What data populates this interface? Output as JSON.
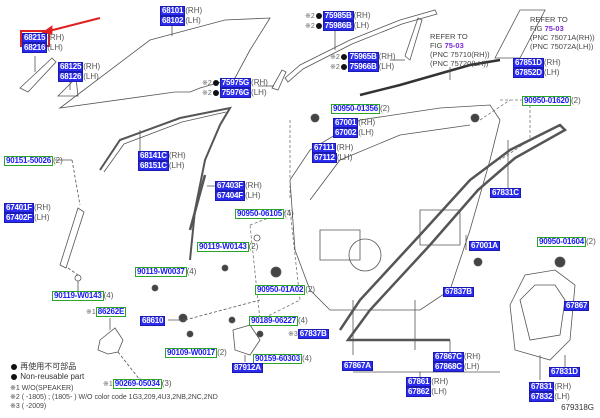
{
  "diagram": {
    "figure_code": "679318G",
    "rh": "(RH)",
    "lh": "(LH)",
    "labels": [
      {
        "id": "68215",
        "parts": [
          "68215",
          "68216"
        ],
        "sfx": [
          "(RH)",
          "(LH)"
        ],
        "style": "blue",
        "highlighted": true
      },
      {
        "id": "68125",
        "parts": [
          "68125",
          "68126"
        ],
        "sfx": [
          "(RH)",
          "(LH)"
        ],
        "style": "blue"
      },
      {
        "id": "68101",
        "parts": [
          "68101",
          "68102"
        ],
        "sfx": [
          "(RH)",
          "(LH)"
        ],
        "style": "blue"
      },
      {
        "id": "75975",
        "parts": [
          "75975G",
          "75976G"
        ],
        "sfx": [
          "(RH)",
          "(LH)"
        ],
        "style": "blue",
        "mark": "※2",
        "nonreusable": true
      },
      {
        "id": "75985",
        "parts": [
          "75985B",
          "75986B"
        ],
        "sfx": [
          "(RH)",
          "(LH)"
        ],
        "style": "blue",
        "mark": "※2",
        "nonreusable": true
      },
      {
        "id": "75965",
        "parts": [
          "75965B",
          "75966B"
        ],
        "sfx": [
          "(RH)",
          "(LH)"
        ],
        "style": "blue",
        "mark": "※2",
        "nonreusable": true
      },
      {
        "id": "67851",
        "parts": [
          "67851D",
          "67852D"
        ],
        "sfx": [
          "(RH)",
          "(LH)"
        ],
        "style": "blue"
      },
      {
        "id": "90950-01356",
        "parts": [
          "90950-01356"
        ],
        "sfx": [
          "(2)"
        ],
        "style": "green"
      },
      {
        "id": "90950-01620",
        "parts": [
          "90950-01620"
        ],
        "sfx": [
          "(2)"
        ],
        "style": "green"
      },
      {
        "id": "67001",
        "parts": [
          "67001",
          "67002"
        ],
        "sfx": [
          "(RH)",
          "(LH)"
        ],
        "style": "blue"
      },
      {
        "id": "67111",
        "parts": [
          "67111",
          "67112"
        ],
        "sfx": [
          "(RH)",
          "(LH)"
        ],
        "style": "blue"
      },
      {
        "id": "90151-50026",
        "parts": [
          "90151-50026"
        ],
        "sfx": [
          "(2)"
        ],
        "style": "green"
      },
      {
        "id": "68141",
        "parts": [
          "68141C",
          "68151C"
        ],
        "sfx": [
          "(RH)",
          "(LH)"
        ],
        "style": "blue"
      },
      {
        "id": "67403",
        "parts": [
          "67403F",
          "67404F"
        ],
        "sfx": [
          "(RH)",
          "(LH)"
        ],
        "style": "blue"
      },
      {
        "id": "67401",
        "parts": [
          "67401F",
          "67402F"
        ],
        "sfx": [
          "(RH)",
          "(LH)"
        ],
        "style": "blue"
      },
      {
        "id": "67831C",
        "parts": [
          "67831C"
        ],
        "sfx": [
          ""
        ],
        "style": "blue"
      },
      {
        "id": "90950-06105",
        "parts": [
          "90950-06105"
        ],
        "sfx": [
          "(4)"
        ],
        "style": "green"
      },
      {
        "id": "90119-W0143b",
        "parts": [
          "90119-W0143"
        ],
        "sfx": [
          "(2)"
        ],
        "style": "green"
      },
      {
        "id": "67001A",
        "parts": [
          "67001A"
        ],
        "sfx": [
          ""
        ],
        "style": "blue"
      },
      {
        "id": "90950-01604",
        "parts": [
          "90950-01604"
        ],
        "sfx": [
          "(2)"
        ],
        "style": "green"
      },
      {
        "id": "90119-W0037",
        "parts": [
          "90119-W0037"
        ],
        "sfx": [
          "(4)"
        ],
        "style": "green"
      },
      {
        "id": "90950-01A02",
        "parts": [
          "90950-01A02"
        ],
        "sfx": [
          "(2)"
        ],
        "style": "green"
      },
      {
        "id": "67837B",
        "parts": [
          "67837B"
        ],
        "sfx": [
          ""
        ],
        "style": "blue"
      },
      {
        "id": "90119-W0143a",
        "parts": [
          "90119-W0143"
        ],
        "sfx": [
          "(4)"
        ],
        "style": "green"
      },
      {
        "id": "86262E",
        "parts": [
          "86262E"
        ],
        "sfx": [
          ""
        ],
        "style": "green",
        "mark": "※1"
      },
      {
        "id": "68610",
        "parts": [
          "68610"
        ],
        "sfx": [
          ""
        ],
        "style": "blue"
      },
      {
        "id": "90189-06227",
        "parts": [
          "90189-06227"
        ],
        "sfx": [
          "(4)"
        ],
        "style": "green"
      },
      {
        "id": "67837B2",
        "parts": [
          "67837B"
        ],
        "sfx": [
          ""
        ],
        "style": "blue",
        "mark": "※3"
      },
      {
        "id": "67867",
        "parts": [
          "67867"
        ],
        "sfx": [
          ""
        ],
        "style": "blue"
      },
      {
        "id": "90109-W0017",
        "parts": [
          "90109-W0017"
        ],
        "sfx": [
          "(2)"
        ],
        "style": "green"
      },
      {
        "id": "90159-60303",
        "parts": [
          "90159-60303"
        ],
        "sfx": [
          "(4)"
        ],
        "style": "green"
      },
      {
        "id": "87912A",
        "parts": [
          "87912A"
        ],
        "sfx": [
          ""
        ],
        "style": "blue"
      },
      {
        "id": "67867A",
        "parts": [
          "67867A"
        ],
        "sfx": [
          ""
        ],
        "style": "blue"
      },
      {
        "id": "67867C",
        "parts": [
          "67867C",
          "67868C"
        ],
        "sfx": [
          "(RH)",
          "(LH)"
        ],
        "style": "blue"
      },
      {
        "id": "67831D",
        "parts": [
          "67831D"
        ],
        "sfx": [
          ""
        ],
        "style": "blue"
      },
      {
        "id": "90269-05034",
        "parts": [
          "90269-05034"
        ],
        "sfx": [
          "(3)"
        ],
        "style": "green",
        "mark": "※1"
      },
      {
        "id": "67861",
        "parts": [
          "67861",
          "67862"
        ],
        "sfx": [
          "(RH)",
          "(LH)"
        ],
        "style": "blue"
      },
      {
        "id": "67831",
        "parts": [
          "67831",
          "67832"
        ],
        "sfx": [
          "(RH)",
          "(LH)"
        ],
        "style": "blue"
      }
    ],
    "refs": [
      {
        "line1": "REFER TO",
        "fig_prefix": "FIG ",
        "fig": "75-03",
        "line3": "(PNC 75710(RH))",
        "line4": "(PNC 75720(LH))"
      },
      {
        "line1": "REFER TO",
        "fig_prefix": "FIG ",
        "fig": "75-03",
        "line3": "(PNC 75071A(RH))",
        "line4": "(PNC 75072A(LH))"
      }
    ],
    "legend": {
      "jp": "再使用不可部品",
      "en": "Non-reusable part"
    },
    "notes": [
      "※1 W/O(SPEAKER)",
      "※2 (      -1805) ; (1805-      ) W/O color code 1G3,209,4U3,2NB,2NC,2ND",
      "※3 (      -2009)"
    ]
  }
}
